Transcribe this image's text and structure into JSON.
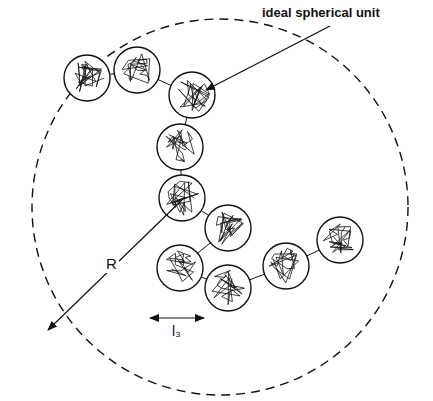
{
  "diagram": {
    "labels": [
      "ideal spherical unit",
      "R",
      "l₃"
    ]
  }
}
